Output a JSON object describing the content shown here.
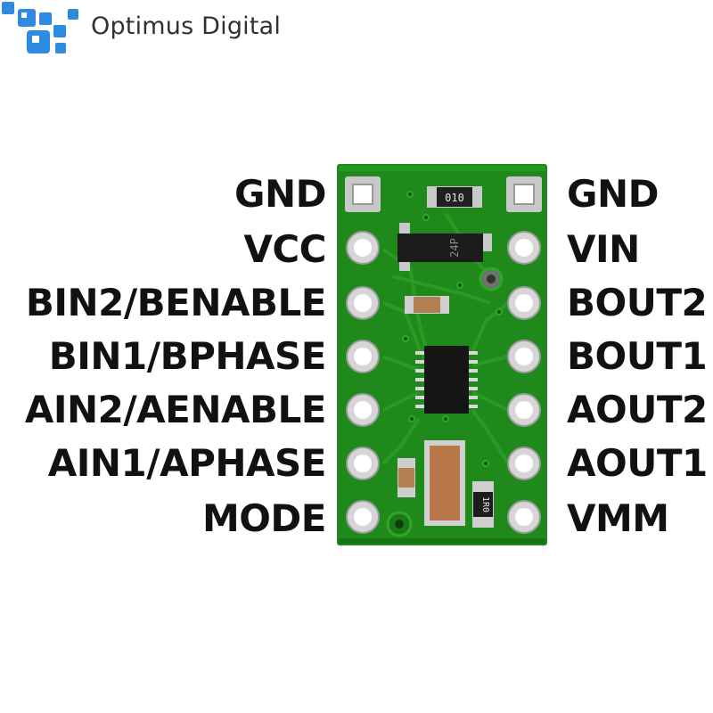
{
  "brand": {
    "name": "Optimus Digital",
    "logo_icon": "pixel-squares-logo-icon",
    "logo_color": "#2e8be0"
  },
  "board": {
    "pcb_color": "#1f8a1b",
    "silkscreen_color": "#ffffff",
    "markings": {
      "resistor_top": "010",
      "chip_upper": "24P",
      "resistor_bottom": "1R0"
    }
  },
  "pins": {
    "left": [
      "GND",
      "VCC",
      "BIN2/BENABLE",
      "BIN1/BPHASE",
      "AIN2/AENABLE",
      "AIN1/APHASE",
      "MODE"
    ],
    "right": [
      "GND",
      "VIN",
      "BOUT2",
      "BOUT1",
      "AOUT2",
      "AOUT1",
      "VMM"
    ]
  }
}
